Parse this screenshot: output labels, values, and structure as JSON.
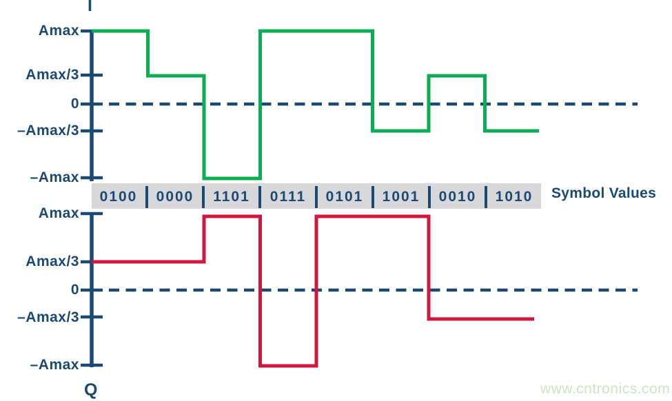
{
  "figure": {
    "top_axis_letter": "I",
    "bottom_axis_letter": "Q",
    "y_axis_ticks": [
      "Amax",
      "Amax/3",
      "0",
      "–Amax/3",
      "–Amax"
    ],
    "symbol_band": {
      "label": "Symbol Values",
      "values": [
        "0100",
        "0000",
        "1101",
        "0111",
        "0101",
        "1001",
        "0010",
        "1010"
      ]
    },
    "watermark": "www.cntronics.com"
  },
  "colors": {
    "navy": "#1a4a72",
    "green": "#0aae52",
    "red": "#d0173f",
    "band_gray": "#d8d8db",
    "watermark_green": "#cbe8c2"
  },
  "chart_data": {
    "type": "line",
    "style": "step",
    "title": "",
    "x_axis_label": "Symbol Values",
    "categories": [
      "0100",
      "0000",
      "1101",
      "0111",
      "0101",
      "1001",
      "0010",
      "1010"
    ],
    "y_levels": [
      "Amax",
      "Amax/3",
      "0",
      "-Amax/3",
      "-Amax"
    ],
    "zero_line": "dashed",
    "grid": false,
    "legend_position": "none",
    "series": [
      {
        "name": "I",
        "color": "#0aae52",
        "values": [
          "Amax",
          "Amax/3",
          "-Amax",
          "Amax",
          "Amax",
          "-Amax/3",
          "Amax/3",
          "-Amax/3"
        ]
      },
      {
        "name": "Q",
        "color": "#d0173f",
        "values": [
          "Amax/3",
          "Amax/3",
          "Amax",
          "-Amax",
          "Amax",
          "Amax",
          "-Amax/3",
          "-Amax/3"
        ]
      }
    ]
  }
}
